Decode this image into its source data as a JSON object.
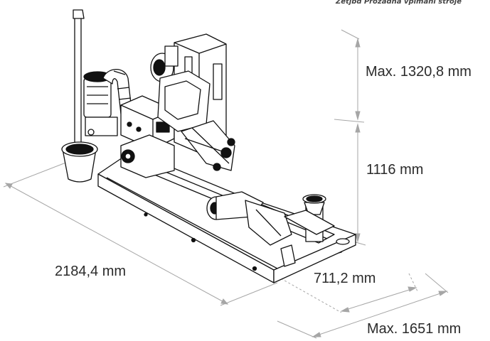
{
  "caption": "Zetjbd Prozadná vpímání stroje",
  "dimensions": {
    "height_max": "Max. 1320,8 mm",
    "height": "1116 mm",
    "length": "2184,4 mm",
    "width": "711,2 mm",
    "width_max": "Max. 1651 mm"
  },
  "colors": {
    "line": "#111111",
    "dimension_line": "#9a9a9a",
    "text": "#2b2b2b"
  }
}
